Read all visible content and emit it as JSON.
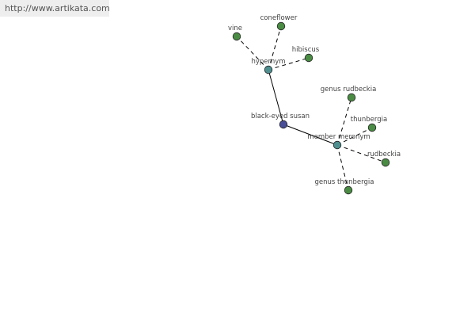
{
  "header": {
    "url": "http://www.artikata.com"
  },
  "graph": {
    "colors": {
      "root": "#4a4e96",
      "relation": "#4f8f8f",
      "leaf": "#4a8c44",
      "edge": "#000000"
    },
    "nodes": [
      {
        "id": "root",
        "label": "black-eyed susan",
        "kind": "root"
      },
      {
        "id": "hypernym",
        "label": "hypernym",
        "kind": "relation"
      },
      {
        "id": "member-meronym",
        "label": "member meronym",
        "kind": "relation"
      },
      {
        "id": "vine",
        "label": "vine",
        "kind": "leaf"
      },
      {
        "id": "coneflower",
        "label": "coneflower",
        "kind": "leaf"
      },
      {
        "id": "hibiscus",
        "label": "hibiscus",
        "kind": "leaf"
      },
      {
        "id": "genus-rudbeckia",
        "label": "genus rudbeckia",
        "kind": "leaf"
      },
      {
        "id": "thunbergia",
        "label": "thunbergia",
        "kind": "leaf"
      },
      {
        "id": "rudbeckia",
        "label": "rudbeckia",
        "kind": "leaf"
      },
      {
        "id": "genus-thunbergia",
        "label": "genus thunbergia",
        "kind": "leaf"
      }
    ],
    "edges": [
      {
        "from": "root",
        "to": "hypernym",
        "style": "solid"
      },
      {
        "from": "root",
        "to": "member-meronym",
        "style": "solid"
      },
      {
        "from": "hypernym",
        "to": "vine",
        "style": "dashed"
      },
      {
        "from": "hypernym",
        "to": "coneflower",
        "style": "dashed"
      },
      {
        "from": "hypernym",
        "to": "hibiscus",
        "style": "dashed"
      },
      {
        "from": "member-meronym",
        "to": "genus-rudbeckia",
        "style": "dashed"
      },
      {
        "from": "member-meronym",
        "to": "thunbergia",
        "style": "dashed"
      },
      {
        "from": "member-meronym",
        "to": "rudbeckia",
        "style": "dashed"
      },
      {
        "from": "member-meronym",
        "to": "genus-thunbergia",
        "style": "dashed"
      }
    ]
  }
}
